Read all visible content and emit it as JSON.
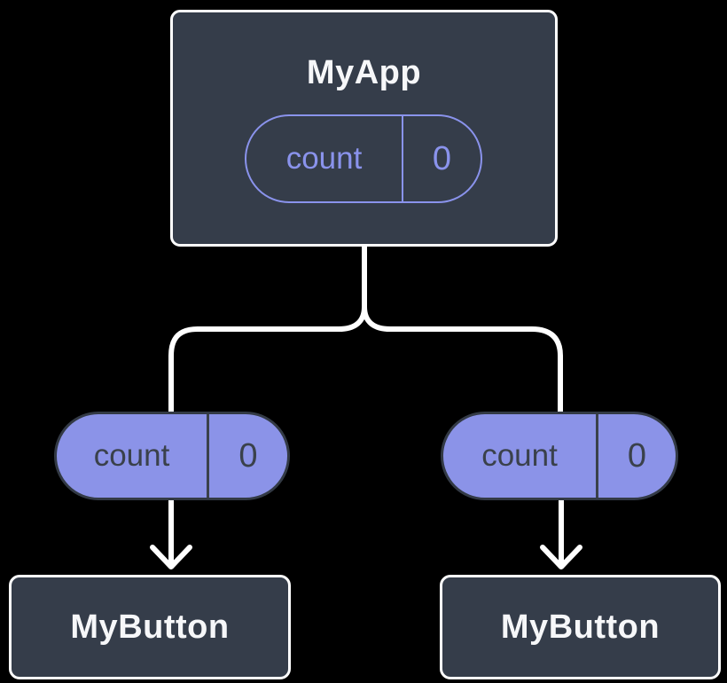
{
  "colors": {
    "background": "#000000",
    "node_fill": "#353d4a",
    "node_border": "#ffffff",
    "node_text": "#f6f7f9",
    "pill_fill": "#8b93e8",
    "pill_outline": "#8a93ec",
    "pill_dark_text": "#3a414b",
    "pill_dark_edge": "#333a45",
    "connector": "#ffffff"
  },
  "tree": {
    "root": {
      "title": "MyApp",
      "state_pill": {
        "name": "count",
        "value": "0"
      }
    },
    "children": [
      {
        "title": "MyButton",
        "prop_pill": {
          "name": "count",
          "value": "0"
        }
      },
      {
        "title": "MyButton",
        "prop_pill": {
          "name": "count",
          "value": "0"
        }
      }
    ]
  }
}
